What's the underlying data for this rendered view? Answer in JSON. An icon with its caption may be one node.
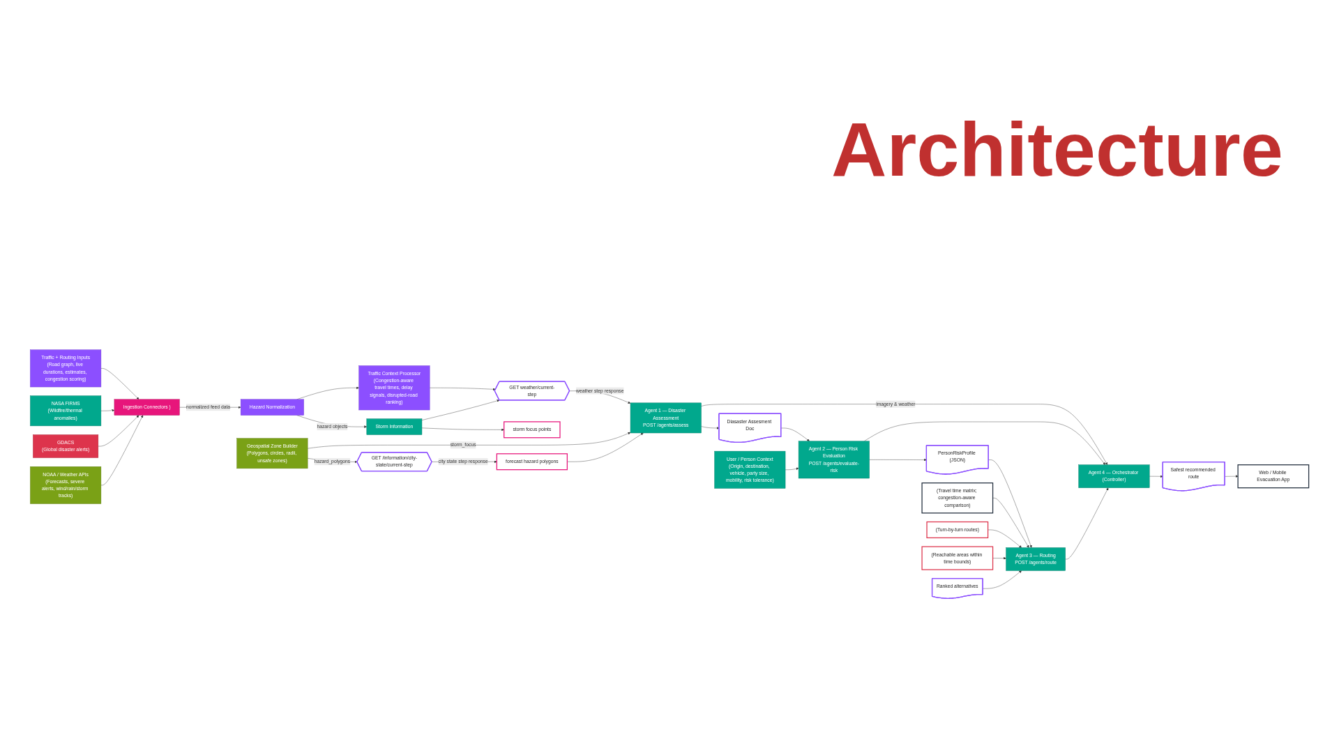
{
  "diagram": {
    "title": "Architecture",
    "nodes": [
      {
        "text": [
          "Ingestion Connectors )"
        ]
      },
      {
        "text": [
          "Hazard Normalization"
        ]
      },
      {
        "text": [
          "Storm Information"
        ]
      },
      {
        "text": [
          "GET weather/current-step"
        ]
      },
      {
        "text": [
          "Agent 1 — Disaster Assessment",
          "POST /agents/assess"
        ]
      },
      {
        "text": [
          "Diasaster Assesment Doc"
        ]
      },
      {
        "text": [
          "Agent 2 — Person Risk Evaluation",
          "POST /agents/evaluate-risk"
        ]
      },
      {
        "text": [
          "PersonRiskProfile (JSON)"
        ]
      },
      {
        "text": [
          "Agent 3 — Routing",
          "POST /agents/route"
        ]
      },
      {
        "text": [
          "NASA FIRMS",
          "(Wildfire/thermal anomalies)"
        ]
      },
      {
        "text": [
          "Traffic Context Processor",
          "(Congestion-aware travel times, delay signals, disrupted-road ranking)"
        ]
      },
      {
        "text": [
          "storm focus points"
        ]
      },
      {
        "text": [
          "GET /information/city-state/current-step"
        ]
      },
      {
        "text": [
          "Geospatial Zone Builder",
          "(Polygons, circles, radii, unsafe zones)"
        ]
      },
      {
        "text": [
          "User / Person Context",
          "(Origin, destination, vehicle, party size, mobility, risk tolerance)"
        ]
      },
      {
        "text": [
          "(Travel time matrix; congestion-aware comparison)"
        ]
      },
      {
        "text": [
          "(Turn-by-turn routes)"
        ]
      },
      {
        "text": [
          "(Reachable areas within time bounds)"
        ]
      },
      {
        "text": [
          "Ranked alternatives"
        ]
      },
      {
        "text": [
          "forecast hazard polygons"
        ]
      },
      {
        "text": [
          "GDACS",
          "(Global disaster alerts)"
        ]
      },
      {
        "text": [
          "NOAA / Weather APIs",
          "(Forecasts, severe alerts, wind/rain/storm tracks)"
        ]
      },
      {
        "text": [
          "Traffic + Routing Inputs",
          "(Road graph, live durations, estimates, congestion scoring)"
        ]
      },
      {
        "text": [
          "Agent 4 — Orchestrator (Controller)"
        ]
      },
      {
        "text": [
          "Safest recommended route"
        ]
      },
      {
        "text": [
          "Web / Mobile Evacuation App"
        ]
      }
    ],
    "edges": [
      {
        "from": 0,
        "to": 1,
        "arrow": "to",
        "label": "normalized feed data"
      },
      {
        "from": 22,
        "to": 0,
        "arrow": "to"
      },
      {
        "from": 9,
        "to": 0,
        "arrow": "to"
      },
      {
        "from": 20,
        "to": 0,
        "arrow": "to"
      },
      {
        "from": 21,
        "to": 0,
        "arrow": "to"
      },
      {
        "from": 1,
        "to": 2,
        "arrow": "to",
        "label": "hazard objects"
      },
      {
        "from": 1,
        "to": 10,
        "arrow": "to"
      },
      {
        "from": 10,
        "to": 3,
        "arrow": "to"
      },
      {
        "from": 2,
        "to": 3,
        "arrow": "to"
      },
      {
        "from": 2,
        "to": 11,
        "arrow": "to"
      },
      {
        "from": 3,
        "to": 4,
        "arrow": "to",
        "label": "weather step response"
      },
      {
        "from": 13,
        "to": 4,
        "arrow": "to",
        "label": "storm_focus"
      },
      {
        "from": 19,
        "to": 4,
        "arrow": "to"
      },
      {
        "from": 13,
        "to": 12,
        "arrow": "to",
        "label": "hazard_polygons"
      },
      {
        "from": 12,
        "to": 19,
        "arrow": "to",
        "label": "city state step response"
      },
      {
        "from": 4,
        "to": 5,
        "arrow": "to"
      },
      {
        "from": 5,
        "to": 6,
        "arrow": "to"
      },
      {
        "from": 14,
        "to": 6,
        "arrow": "to"
      },
      {
        "from": 6,
        "to": 7,
        "arrow": "to"
      },
      {
        "from": 7,
        "to": 8,
        "arrow": "to"
      },
      {
        "from": 15,
        "to": 8,
        "arrow": "to"
      },
      {
        "from": 16,
        "to": 8,
        "arrow": "to"
      },
      {
        "from": 17,
        "to": 8,
        "arrow": "to"
      },
      {
        "from": 18,
        "to": 8,
        "arrow": "to"
      },
      {
        "from": 4,
        "to": 23,
        "arrow": "to",
        "label": "imagery & weather"
      },
      {
        "from": 6,
        "to": 23,
        "arrow": "to"
      },
      {
        "from": 8,
        "to": 23,
        "arrow": "to"
      },
      {
        "from": 23,
        "to": 24,
        "arrow": "to"
      },
      {
        "from": 24,
        "to": 25,
        "arrow": "to"
      }
    ]
  }
}
